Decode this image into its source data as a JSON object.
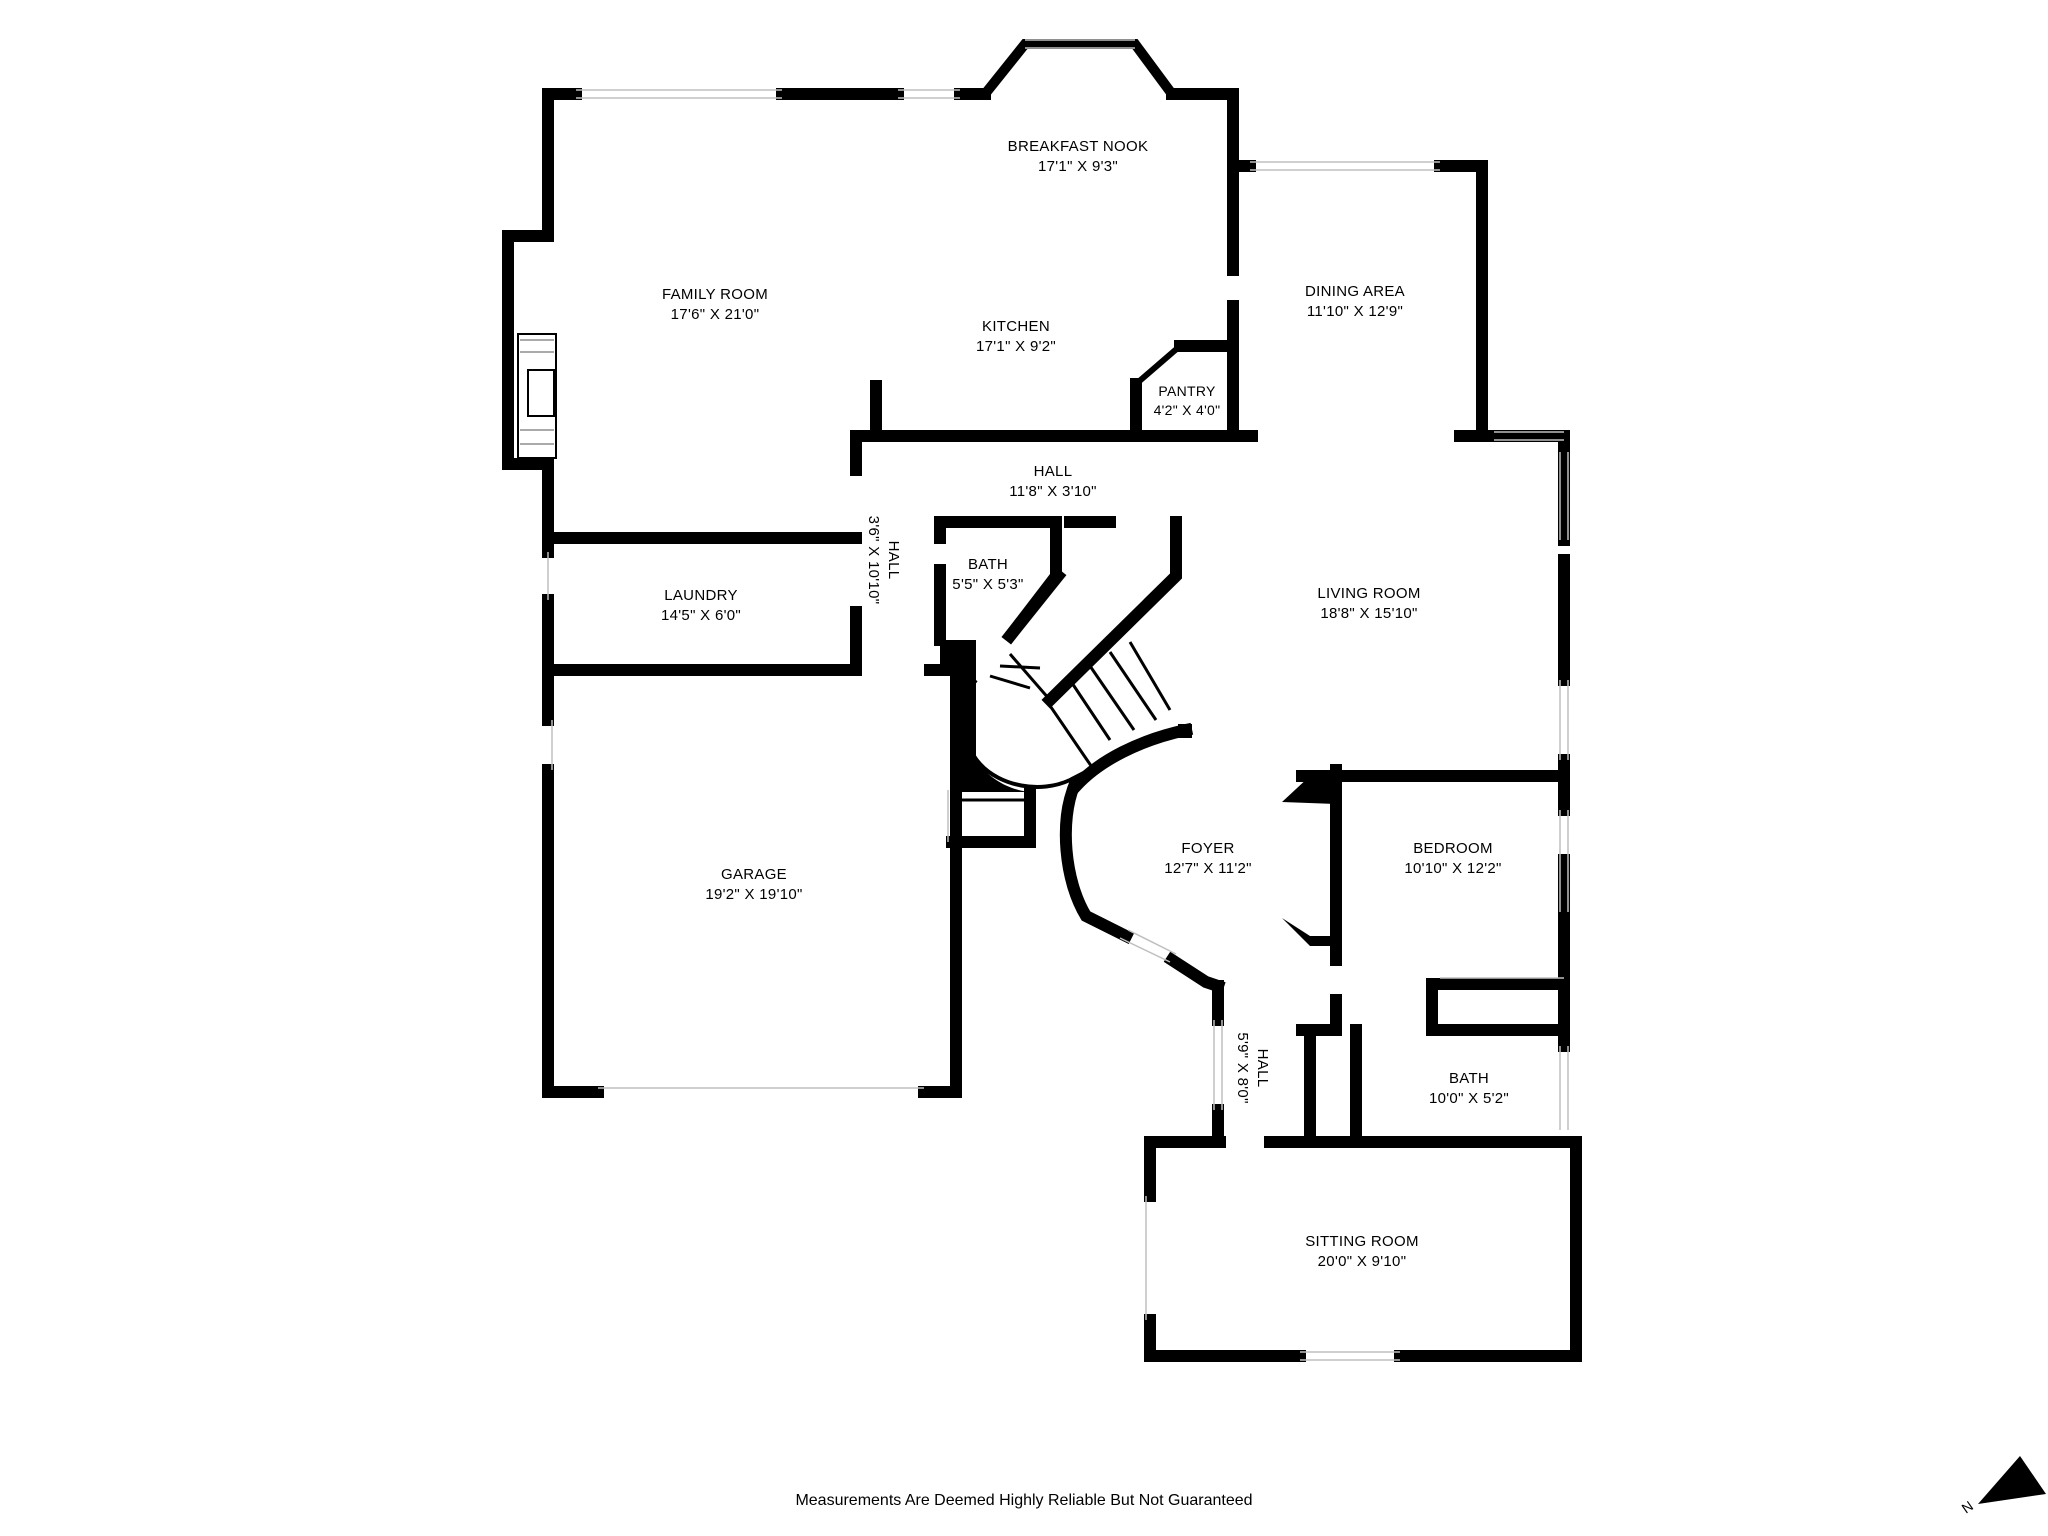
{
  "rooms": [
    {
      "id": "family-room",
      "name": "FAMILY ROOM",
      "dims": "17'6\" X 21'0\""
    },
    {
      "id": "breakfast-nook",
      "name": "BREAKFAST NOOK",
      "dims": "17'1\" X 9'3\""
    },
    {
      "id": "kitchen",
      "name": "KITCHEN",
      "dims": "17'1\" X 9'2\""
    },
    {
      "id": "dining-area",
      "name": "DINING AREA",
      "dims": "11'10\" X 12'9\""
    },
    {
      "id": "pantry",
      "name": "PANTRY",
      "dims": "4'2\" X 4'0\""
    },
    {
      "id": "hall-upper",
      "name": "HALL",
      "dims": "11'8\" X 3'10\""
    },
    {
      "id": "hall-vertical",
      "name": "HALL",
      "dims": "3'6\" X 10'10\""
    },
    {
      "id": "bath-1",
      "name": "BATH",
      "dims": "5'5\" X 5'3\""
    },
    {
      "id": "laundry",
      "name": "LAUNDRY",
      "dims": "14'5\" X 6'0\""
    },
    {
      "id": "living-room",
      "name": "LIVING ROOM",
      "dims": "18'8\" X 15'10\""
    },
    {
      "id": "garage",
      "name": "GARAGE",
      "dims": "19'2\" X 19'10\""
    },
    {
      "id": "foyer",
      "name": "FOYER",
      "dims": "12'7\" X 11'2\""
    },
    {
      "id": "bedroom",
      "name": "BEDROOM",
      "dims": "10'10\" X 12'2\""
    },
    {
      "id": "hall-lower",
      "name": "HALL",
      "dims": "5'9\" X 8'0\""
    },
    {
      "id": "bath-2",
      "name": "BATH",
      "dims": "10'0\" X 5'2\""
    },
    {
      "id": "sitting-room",
      "name": "SITTING ROOM",
      "dims": "20'0\" X 9'10\""
    }
  ],
  "compass": {
    "label": "N",
    "icon": "north-arrow-icon"
  },
  "disclaimer": "Measurements Are Deemed Highly Reliable But Not Guaranteed",
  "colors": {
    "wall": "#000000",
    "window": "#bfbfbf",
    "background": "#ffffff"
  }
}
